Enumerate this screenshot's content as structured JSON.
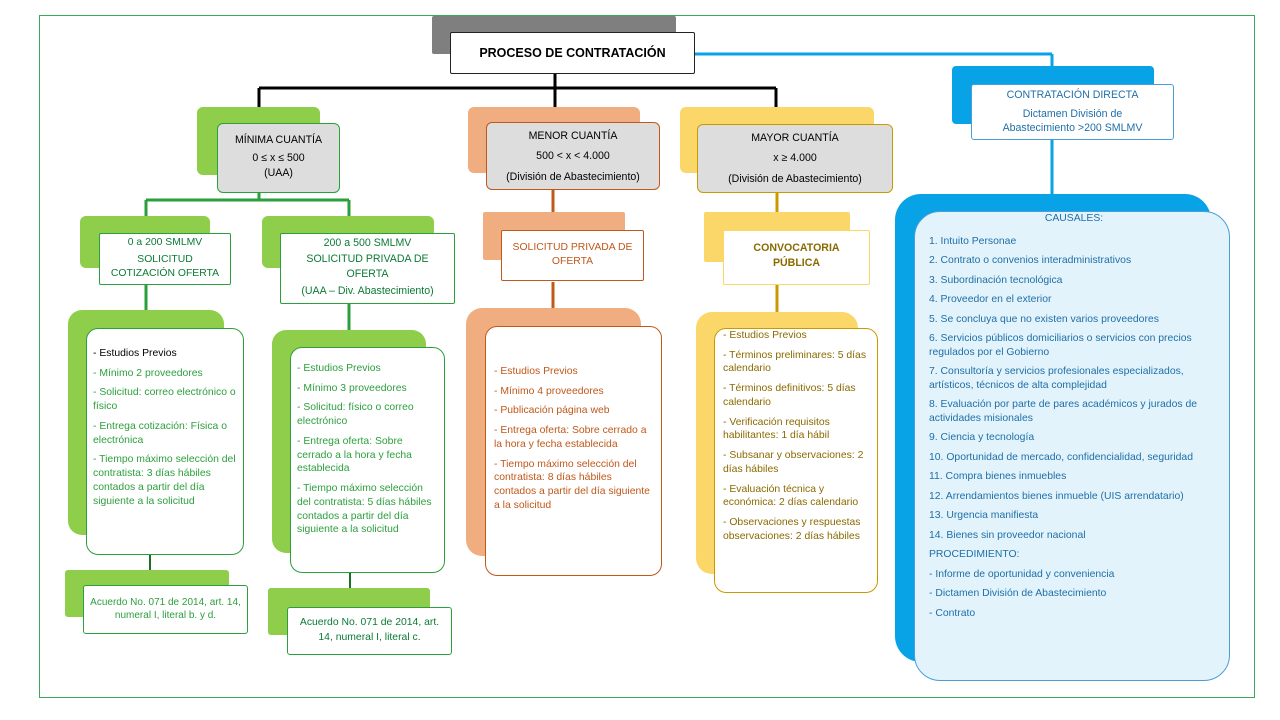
{
  "colors": {
    "green": "#8fce4a",
    "green_border": "#2c9f3d",
    "orange": "#f0ae80",
    "orange_border": "#c0581a",
    "gold": "#fbd76a",
    "gold_border": "#c89a00",
    "blue": "#08a2e6",
    "blue_border": "#4a9dd8",
    "gray": "#7f7f7f"
  },
  "title": "PROCESO DE CONTRATACIÓN",
  "minima": {
    "title": "MÍNIMA CUANTÍA",
    "range": "0 ≤ x ≤ 500",
    "unit": "(UAA)",
    "sub1": {
      "range": "0 a 200 SMLMV",
      "label": "SOLICITUD COTIZACIÓN OFERTA",
      "items": [
        "- Estudios Previos",
        "- Mínimo 2 proveedores",
        "- Solicitud: correo electrónico o físico",
        "- Entrega cotización: Física o electrónica",
        "- Tiempo máximo selección del contratista: 3 días hábiles contados a partir del día siguiente a la solicitud"
      ],
      "note": "Acuerdo No. 071 de 2014, art. 14, numeral I, literal b. y d."
    },
    "sub2": {
      "range": "200 a 500 SMLMV",
      "label": "SOLICITUD PRIVADA DE OFERTA",
      "unit": "(UAA – Div. Abastecimiento)",
      "items": [
        "- Estudios Previos",
        "- Mínimo 3 proveedores",
        "- Solicitud: físico o correo electrónico",
        "- Entrega oferta: Sobre cerrado a la hora y fecha establecida",
        "- Tiempo máximo selección del contratista: 5 días hábiles contados a partir del día siguiente a la solicitud"
      ],
      "note": "Acuerdo No. 071 de 2014, art. 14, numeral I, literal c."
    }
  },
  "menor": {
    "title": "MENOR CUANTÍA",
    "range": "500 < x < 4.000",
    "unit": "(División de Abastecimiento)",
    "label": "SOLICITUD PRIVADA DE OFERTA",
    "items": [
      "- Estudios Previos",
      "- Mínimo 4 proveedores",
      "- Publicación página web",
      "- Entrega oferta: Sobre cerrado a la hora y fecha establecida",
      "- Tiempo máximo selección del contratista: 8 días hábiles contados a partir del día siguiente a la solicitud"
    ]
  },
  "mayor": {
    "title": "MAYOR CUANTÍA",
    "range": "x ≥ 4.000",
    "unit": "(División de Abastecimiento)",
    "label": "CONVOCATORIA PÚBLICA",
    "items": [
      "- Estudios Previos",
      "- Términos preliminares: 5 días calendario",
      "- Términos definitivos: 5 días calendario",
      "- Verificación requisitos habilitantes: 1 día hábil",
      "- Subsanar y observaciones: 2 días hábiles",
      "- Evaluación técnica y económica: 2 días calendario",
      "- Observaciones y respuestas observaciones: 2 días hábiles"
    ]
  },
  "directa": {
    "title": "CONTRATACIÓN DIRECTA",
    "subtitle": "Dictamen División de Abastecimiento >200 SMLMV",
    "causales_title": "CAUSALES:",
    "causales": [
      "1. Intuito Personae",
      "2. Contrato o convenios interadministrativos",
      "3. Subordinación tecnológica",
      "4. Proveedor en el exterior",
      "5. Se concluya que no existen varios proveedores",
      "6. Servicios públicos domiciliarios o servicios con precios regulados por el Gobierno",
      "7. Consultoría y servicios profesionales especializados, artísticos, técnicos de alta complejidad",
      "8. Evaluación por parte de pares académicos y jurados de actividades misionales",
      "9. Ciencia y tecnología",
      "10. Oportunidad de mercado, confidencialidad, seguridad",
      "11. Compra bienes inmuebles",
      "12. Arrendamientos bienes inmueble (UIS arrendatario)",
      "13.  Urgencia manifiesta",
      "14. Bienes sin proveedor nacional"
    ],
    "procedimiento_title": "PROCEDIMIENTO:",
    "procedimiento": [
      "- Informe de oportunidad y conveniencia",
      "- Dictamen División de Abastecimiento",
      "- Contrato"
    ]
  }
}
